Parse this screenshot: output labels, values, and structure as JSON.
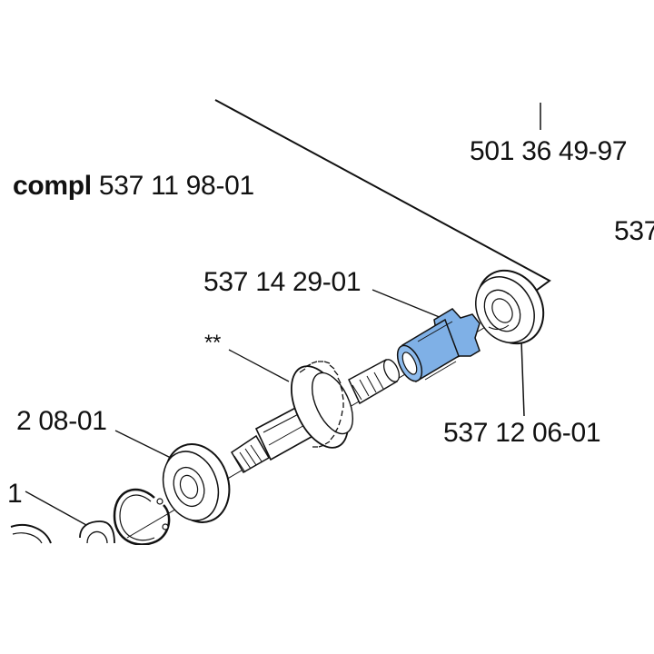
{
  "labels": {
    "top_right": "501 36 49-97",
    "compl_word": "compl",
    "compl_number": "537 11 98-01",
    "right_cut": "537",
    "bushing": "537 14 29-01",
    "star": "**",
    "left_bearing": "2 08-01",
    "right_bearing": "537 12 06-01",
    "left_cut": "1"
  },
  "colors": {
    "highlight": "#7fb0e6",
    "highlight_dark": "#5b8fd0",
    "line": "#111111"
  }
}
